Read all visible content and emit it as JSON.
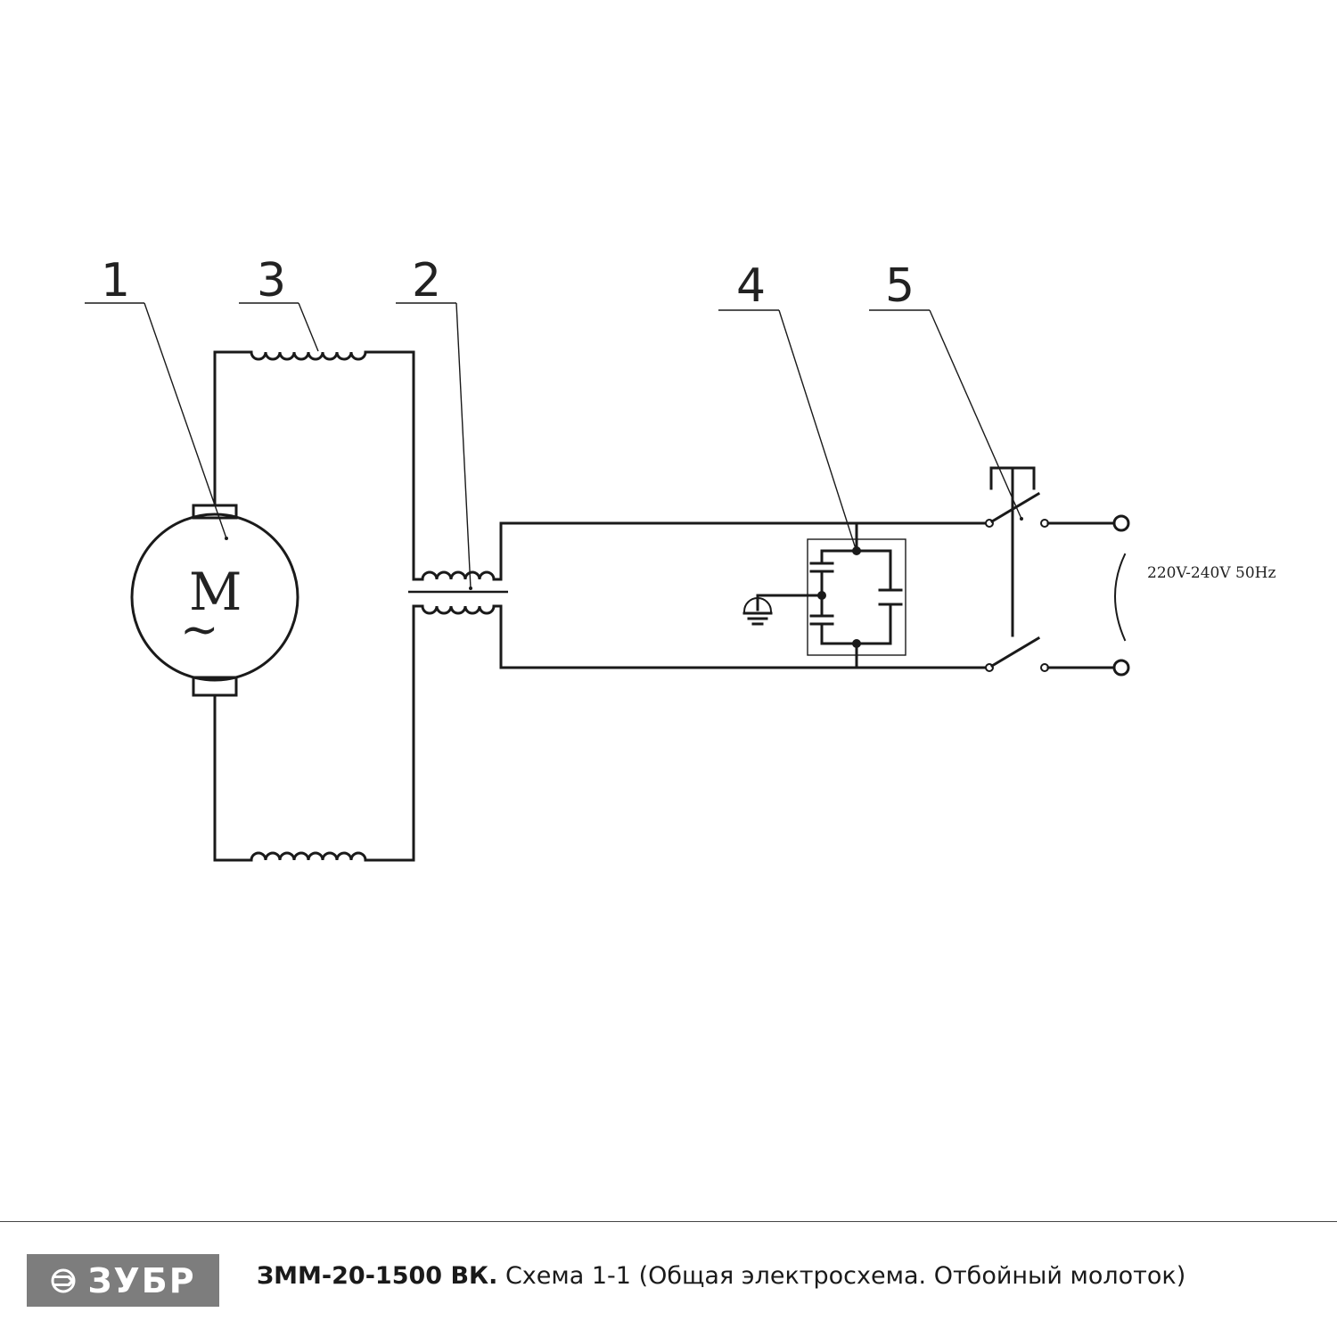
{
  "diagram": {
    "callouts": [
      "1",
      "3",
      "2",
      "4",
      "5"
    ],
    "motor": {
      "letter": "M",
      "symbol": "~"
    },
    "supply_label": "220V-240V 50Hz",
    "icons": [
      "ground-icon",
      "switch-icon",
      "capacitor-icon",
      "inductor-icon",
      "motor-icon",
      "terminal-icon"
    ]
  },
  "footer": {
    "logo": "ЗУБР",
    "model": "ЗММ-20-1500 ВК.",
    "description": " Схема 1-1 (Общая электросхема. Отбойный молоток)"
  },
  "colors": {
    "line": "#1a1a1a",
    "logo_bg": "#7d7d7d",
    "background": "#ffffff"
  }
}
